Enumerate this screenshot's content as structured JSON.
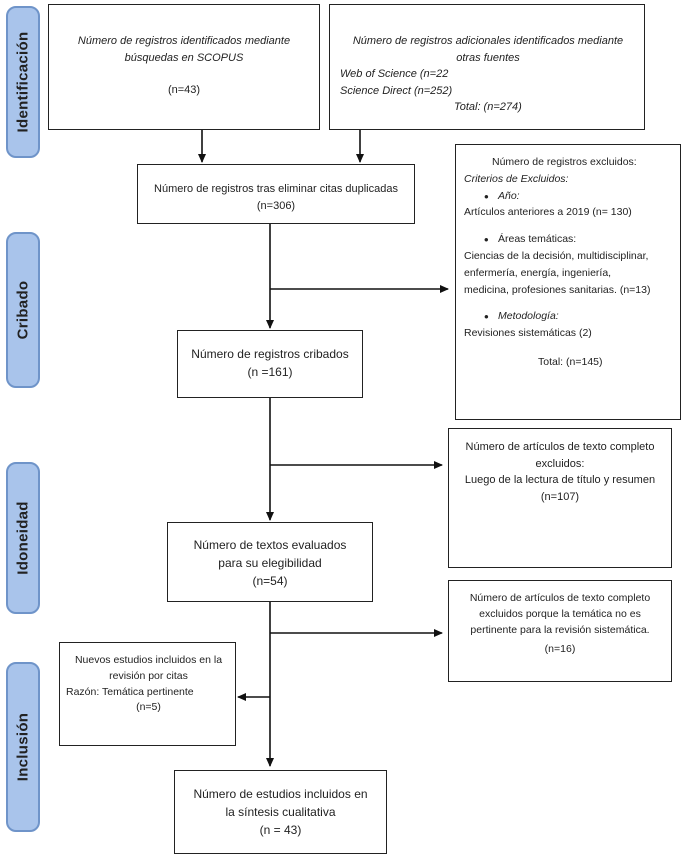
{
  "phases": {
    "identificacion": "Identificación",
    "cribado": "Cribado",
    "idoneidad": "Idoneidad",
    "inclusion": "Inclusión"
  },
  "boxes": {
    "scopus": {
      "title": "Número de registros identificados mediante búsquedas en SCOPUS",
      "count": "(n=43)"
    },
    "otras_fuentes": {
      "title": "Número de registros adicionales identificados mediante otras fuentes",
      "wos": "Web of Science (n=22",
      "sd": "Science Direct (n=252)",
      "total": "Total: (n=274)"
    },
    "sin_duplicados": {
      "title": "Número de registros tras eliminar citas duplicadas",
      "count": "(n=306)"
    },
    "excluidos_criterios": {
      "title": "Número de registros excluidos:",
      "subtitle": "Criterios de Excluidos:",
      "ano_label": "Año:",
      "ano_text": "Artículos anteriores a 2019 (n= 130)",
      "areas_label": "Áreas temáticas:",
      "areas_text_1": "Ciencias de la decisión, multidisciplinar,",
      "areas_text_2": "enfermería, energía, ingeniería,",
      "areas_text_3": "medicina, profesiones sanitarias.  (n=13)",
      "metodo_label": "Metodología:",
      "metodo_text": "Revisiones sistemáticas (2)",
      "total": "Total: (n=145)"
    },
    "cribados": {
      "title": "Número de registros cribados",
      "count": "(n =161)"
    },
    "excluidos_texto": {
      "title_1": "Número de artículos de texto completo",
      "title_2": "excluidos:",
      "reason": "Luego de la lectura de título y resumen",
      "count": "(n=107)"
    },
    "evaluados": {
      "title_1": "Número de textos evaluados",
      "title_2": "para su elegibilidad",
      "count": "(n=54)"
    },
    "excluidos_tematica": {
      "title_1": "Número de artículos de texto completo",
      "title_2": "excluidos porque la temática no es",
      "title_3": "pertinente para la revisión sistemática.",
      "count": "(n=16)"
    },
    "nuevos": {
      "title_1": "Nuevos estudios incluidos en la",
      "title_2": "revisión por citas",
      "reason": "Razón: Temática pertinente",
      "count": "(n=5)"
    },
    "incluidos": {
      "title_1": "Número de estudios incluidos en",
      "title_2": "la síntesis cualitativa",
      "count": "(n = 43)"
    }
  }
}
